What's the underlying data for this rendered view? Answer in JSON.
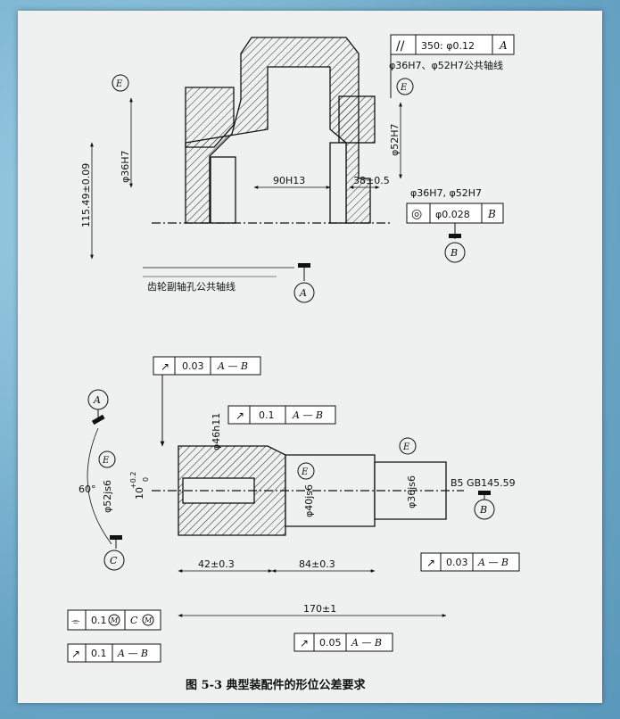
{
  "figure": {
    "caption": "图 5-3   典型装配件的形位公差要求"
  },
  "top_assembly": {
    "fcf_parallel": {
      "symbol": "//",
      "value": "350: φ0.12",
      "datum": "A"
    },
    "fcf_parallel_note": "φ36H7、φ52H7公共轴线",
    "fcf_concentric": {
      "symbol": "◎",
      "value": "φ0.028",
      "datum": "B"
    },
    "fcf_concentric_note": "φ36H7, φ52H7",
    "dim_height": "115.49±0.09",
    "dim_bore_left": "φ36H7",
    "dim_bore_right": "φ52H7",
    "dim_90": "90H13",
    "dim_38": "38±0.5",
    "label_axis": "齿轮副轴孔公共轴线",
    "datum_a": "A",
    "datum_b": "B",
    "envelope_marks": [
      "E",
      "E"
    ]
  },
  "bottom_shaft": {
    "fcf_runout_top": {
      "value": "0.03",
      "datum": "A — B"
    },
    "fcf_runout_mid": {
      "value": "0.1",
      "datum": "A — B"
    },
    "fcf_runout_right": {
      "value": "0.03",
      "datum": "A — B"
    },
    "fcf_runout_bottom": {
      "value": "0.05",
      "datum": "A — B"
    },
    "fcf_symmetry": {
      "value": "0.1",
      "mod": "M",
      "datum": "C",
      "dmod": "M"
    },
    "fcf_runout_left": {
      "value": "0.1",
      "datum": "A — B"
    },
    "dim_46h11": "φ46h11",
    "dim_52js6": "φ52js6",
    "dim_40js6": "φ40js6",
    "dim_36js6": "φ36js6",
    "dim_10": "10",
    "dim_10_tol_upper": "+0.2",
    "dim_10_tol_lower": "0",
    "dim_60": "60°",
    "dim_42": "42±0.3",
    "dim_84": "84±0.3",
    "dim_170": "170±1",
    "note_b5": "B5  GB145.59",
    "datum_a": "A",
    "datum_b": "B",
    "datum_c": "C",
    "envelope_marks": [
      "E",
      "E",
      "E"
    ]
  }
}
